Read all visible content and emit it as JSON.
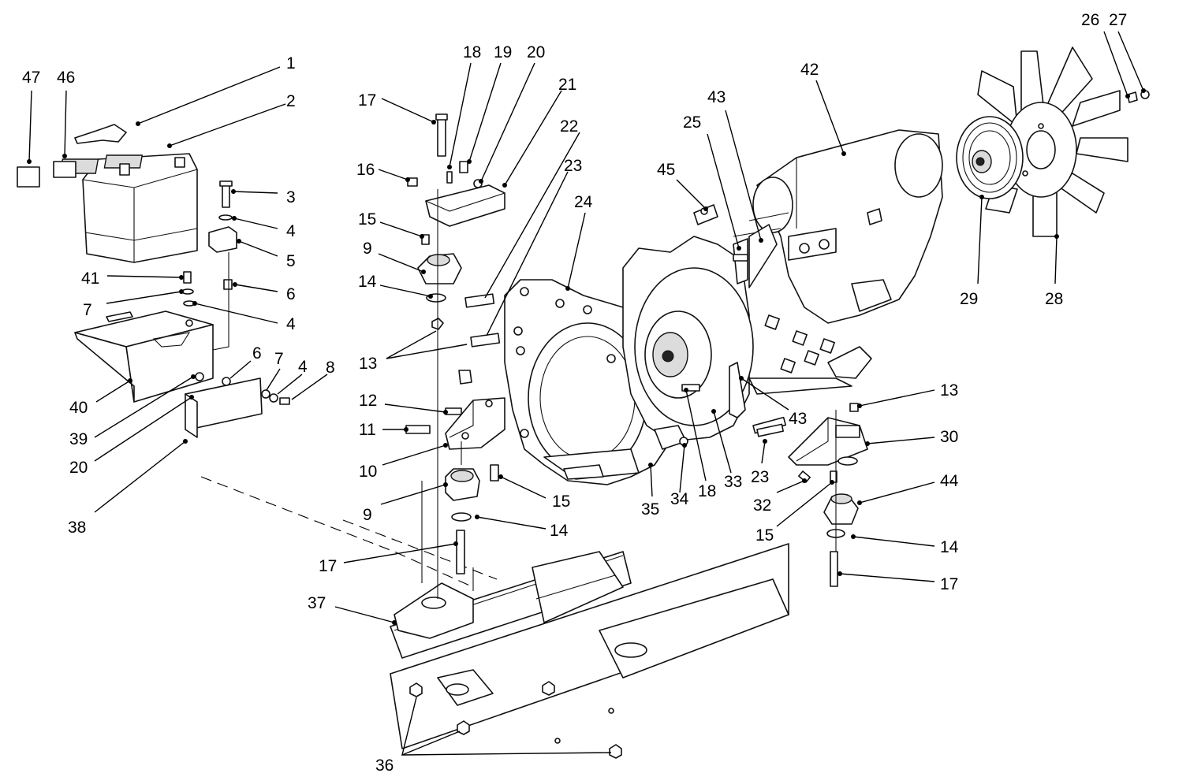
{
  "callouts": [
    {
      "label": "1"
    },
    {
      "label": "2"
    },
    {
      "label": "3"
    },
    {
      "label": "4"
    },
    {
      "label": "5"
    },
    {
      "label": "6"
    },
    {
      "label": "4"
    },
    {
      "label": "7"
    },
    {
      "label": "41"
    },
    {
      "label": "47"
    },
    {
      "label": "46"
    },
    {
      "label": "40"
    },
    {
      "label": "39"
    },
    {
      "label": "20"
    },
    {
      "label": "38"
    },
    {
      "label": "6"
    },
    {
      "label": "7"
    },
    {
      "label": "4"
    },
    {
      "label": "8"
    },
    {
      "label": "17"
    },
    {
      "label": "18"
    },
    {
      "label": "19"
    },
    {
      "label": "20"
    },
    {
      "label": "21"
    },
    {
      "label": "22"
    },
    {
      "label": "23"
    },
    {
      "label": "16"
    },
    {
      "label": "15"
    },
    {
      "label": "9"
    },
    {
      "label": "14"
    },
    {
      "label": "13"
    },
    {
      "label": "12"
    },
    {
      "label": "11"
    },
    {
      "label": "10"
    },
    {
      "label": "9"
    },
    {
      "label": "15"
    },
    {
      "label": "14"
    },
    {
      "label": "17"
    },
    {
      "label": "37"
    },
    {
      "label": "36"
    },
    {
      "label": "24"
    },
    {
      "label": "35"
    },
    {
      "label": "34"
    },
    {
      "label": "18"
    },
    {
      "label": "33"
    },
    {
      "label": "43"
    },
    {
      "label": "23"
    },
    {
      "label": "25"
    },
    {
      "label": "43"
    },
    {
      "label": "45"
    },
    {
      "label": "42"
    },
    {
      "label": "26"
    },
    {
      "label": "27"
    },
    {
      "label": "29"
    },
    {
      "label": "28"
    },
    {
      "label": "13"
    },
    {
      "label": "30"
    },
    {
      "label": "44"
    },
    {
      "label": "32"
    },
    {
      "label": "15"
    },
    {
      "label": "14"
    },
    {
      "label": "17"
    }
  ]
}
